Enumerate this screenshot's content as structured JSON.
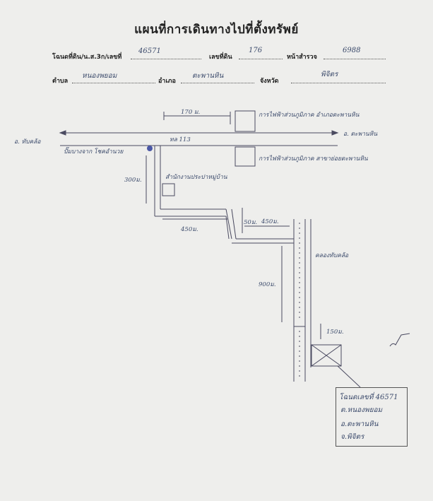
{
  "title": "แผนที่การเดินทางไปที่ตั้งทรัพย์",
  "form": {
    "deed_label": "โฉนดที่ดิน/น.ส.3ก/เลขที่",
    "deed_value": "46571",
    "land_no_label": "เลขที่ดิน",
    "land_no_value": "176",
    "survey_page_label": "หน้าสำรวจ",
    "survey_page_value": "6988",
    "subdistrict_label": "ตำบล",
    "subdistrict_value": "หนองพยอม",
    "district_label": "อำเภอ",
    "district_value": "ตะพานหิน",
    "province_label": "จังหวัด",
    "province_value": "พิจิตร"
  },
  "map": {
    "dist_top": "170 ม.",
    "pea_office": "การไฟฟ้าส่วนภูมิภาค อำเภอตะพานหิน",
    "dir_left": "อ. ทับคล้อ",
    "dir_right": "อ. ตะพานหิน",
    "highway": "ทล 113",
    "gas_station": "ปั๊มบางจาก โชคอำนวย",
    "pea_branch": "การไฟฟ้าส่วนภูมิภาค สาขาย่อยตะพานหิน",
    "dist_left_vertical": "300ม.",
    "water_office": "สำนักงานประปาหมู่บ้าน",
    "dist_450_a": "450ม.",
    "dist_small": "50ม.",
    "dist_450_b": "450ม.",
    "canal": "คลองทับคล้อ",
    "dist_900": "900ม.",
    "dist_150": "150ม."
  },
  "info_box": {
    "line1": "โฉนดเลขที่ 46571",
    "line2": "ต.หนองพยอม",
    "line3": "อ.ตะพานหิน",
    "line4": "จ.พิจิตร"
  }
}
